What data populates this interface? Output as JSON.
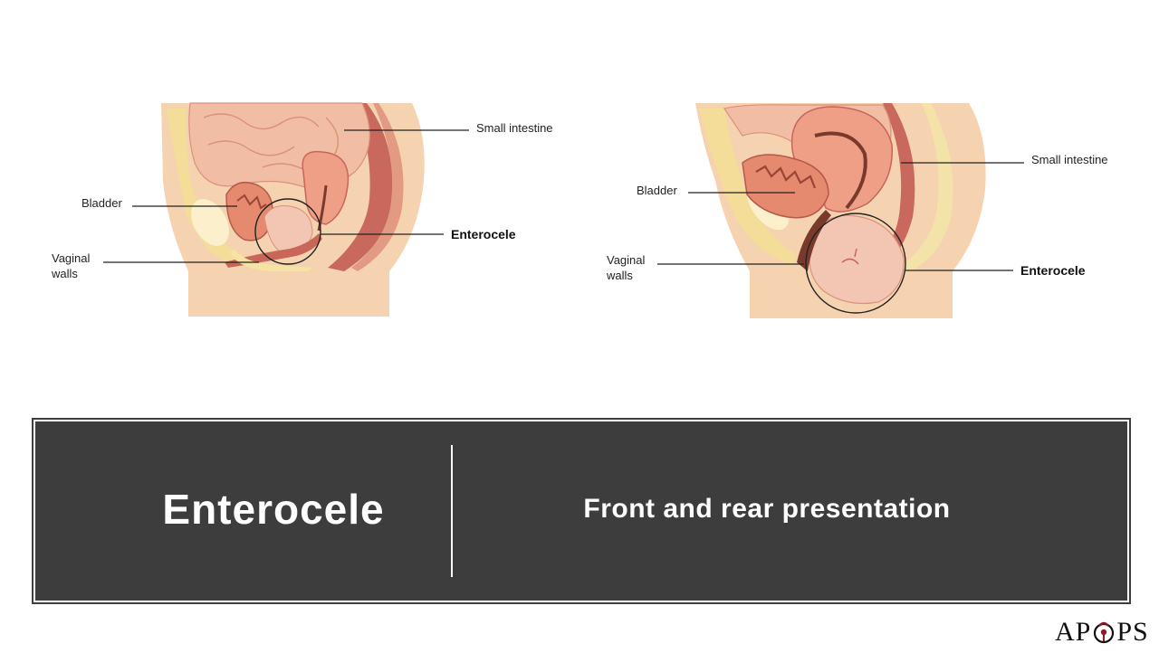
{
  "diagram_left": {
    "small_intestine": "Small intestine",
    "bladder": "Bladder",
    "vaginal_walls": "Vaginal\nwalls",
    "enterocele": "Enterocele"
  },
  "diagram_right": {
    "small_intestine": "Small intestine",
    "bladder": "Bladder",
    "vaginal_walls": "Vaginal\nwalls",
    "enterocele": "Enterocele"
  },
  "title_panel": {
    "title": "Enterocele",
    "subtitle": "Front and rear presentation"
  },
  "logo": {
    "text_left": "AP",
    "text_right": "PS"
  },
  "colors": {
    "skin": "#f6d3b0",
    "fat": "#f5e3a3",
    "organ": "#f1b59c",
    "muscle": "#c8665a",
    "dark_tissue": "#7a3a2b",
    "panel": "#3d3d3d"
  }
}
